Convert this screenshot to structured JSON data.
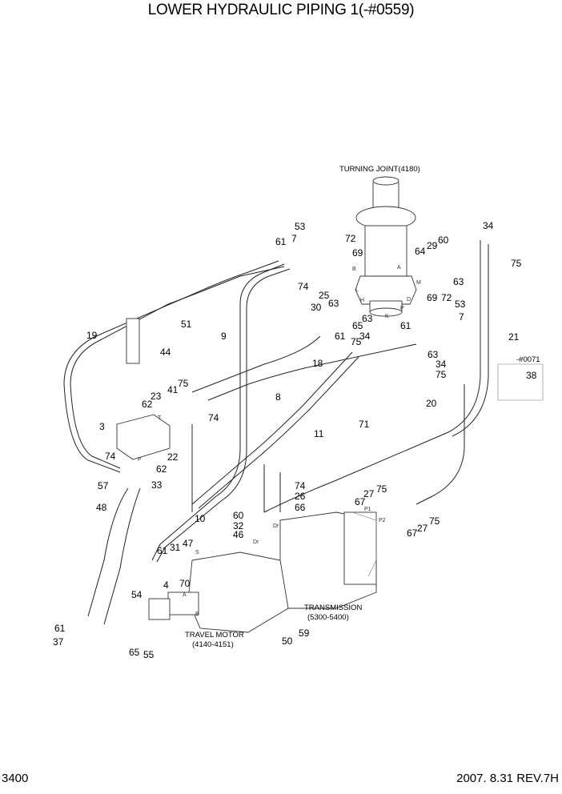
{
  "title": "LOWER HYDRAULIC PIPING 1(-#0559)",
  "footer": {
    "page": "3400",
    "revision": "2007. 8.31  REV.7H"
  },
  "captions": {
    "turning_joint": "TURNING JOINT(4180)",
    "transmission": [
      "TRANSMISSION",
      "(5300-5400)"
    ],
    "travel_motor": [
      "TRAVEL MOTOR",
      "(4140-4151)"
    ],
    "serial_note": "-#0071"
  },
  "port_labels": [
    "A",
    "B",
    "M",
    "L",
    "H",
    "D",
    "P",
    "K",
    "T",
    "P",
    "S",
    "A",
    "B",
    "Dr",
    "Dr",
    "P1",
    "P2"
  ],
  "callouts": [
    {
      "id": "c53",
      "text": "53"
    },
    {
      "id": "c7a",
      "text": "7"
    },
    {
      "id": "c61a",
      "text": "61"
    },
    {
      "id": "c72a",
      "text": "72"
    },
    {
      "id": "c69a",
      "text": "69"
    },
    {
      "id": "c74a",
      "text": "74"
    },
    {
      "id": "c25",
      "text": "25"
    },
    {
      "id": "c30",
      "text": "30"
    },
    {
      "id": "c63a",
      "text": "63"
    },
    {
      "id": "c61b",
      "text": "61"
    },
    {
      "id": "c65a",
      "text": "65"
    },
    {
      "id": "c63b",
      "text": "63"
    },
    {
      "id": "c34a",
      "text": "34"
    },
    {
      "id": "c75a",
      "text": "75"
    },
    {
      "id": "c61c",
      "text": "61"
    },
    {
      "id": "c34b",
      "text": "34"
    },
    {
      "id": "c64",
      "text": "64"
    },
    {
      "id": "c29",
      "text": "29"
    },
    {
      "id": "c60a",
      "text": "60"
    },
    {
      "id": "c75b",
      "text": "75"
    },
    {
      "id": "c63c",
      "text": "63"
    },
    {
      "id": "c69b",
      "text": "69"
    },
    {
      "id": "c72b",
      "text": "72"
    },
    {
      "id": "c53b",
      "text": "53"
    },
    {
      "id": "c7b",
      "text": "7"
    },
    {
      "id": "c21",
      "text": "21"
    },
    {
      "id": "c63d",
      "text": "63"
    },
    {
      "id": "c34c",
      "text": "34"
    },
    {
      "id": "c75c",
      "text": "75"
    },
    {
      "id": "c38",
      "text": "38"
    },
    {
      "id": "c19",
      "text": "19"
    },
    {
      "id": "c51",
      "text": "51"
    },
    {
      "id": "c44",
      "text": "44"
    },
    {
      "id": "c9",
      "text": "9"
    },
    {
      "id": "c18",
      "text": "18"
    },
    {
      "id": "c8",
      "text": "8"
    },
    {
      "id": "c71",
      "text": "71"
    },
    {
      "id": "c11",
      "text": "11"
    },
    {
      "id": "c20",
      "text": "20"
    },
    {
      "id": "c75d",
      "text": "75"
    },
    {
      "id": "c41",
      "text": "41"
    },
    {
      "id": "c23",
      "text": "23"
    },
    {
      "id": "c62a",
      "text": "62"
    },
    {
      "id": "c74b",
      "text": "74"
    },
    {
      "id": "c3",
      "text": "3"
    },
    {
      "id": "c22",
      "text": "22"
    },
    {
      "id": "c74c",
      "text": "74"
    },
    {
      "id": "c62b",
      "text": "62"
    },
    {
      "id": "c57",
      "text": "57"
    },
    {
      "id": "c33",
      "text": "33"
    },
    {
      "id": "c48",
      "text": "48"
    },
    {
      "id": "c10",
      "text": "10"
    },
    {
      "id": "c74d",
      "text": "74"
    },
    {
      "id": "c26",
      "text": "26"
    },
    {
      "id": "c66",
      "text": "66"
    },
    {
      "id": "c60b",
      "text": "60"
    },
    {
      "id": "c32",
      "text": "32"
    },
    {
      "id": "c46",
      "text": "46"
    },
    {
      "id": "c27a",
      "text": "27"
    },
    {
      "id": "c75e",
      "text": "75"
    },
    {
      "id": "c67a",
      "text": "67"
    },
    {
      "id": "c67b",
      "text": "67"
    },
    {
      "id": "c27b",
      "text": "27"
    },
    {
      "id": "c75f",
      "text": "75"
    },
    {
      "id": "c61d",
      "text": "61"
    },
    {
      "id": "c31",
      "text": "31"
    },
    {
      "id": "c47",
      "text": "47"
    },
    {
      "id": "c4",
      "text": "4"
    },
    {
      "id": "c70",
      "text": "70"
    },
    {
      "id": "c54",
      "text": "54"
    },
    {
      "id": "c61e",
      "text": "61"
    },
    {
      "id": "c37",
      "text": "37"
    },
    {
      "id": "c65b",
      "text": "65"
    },
    {
      "id": "c55",
      "text": "55"
    },
    {
      "id": "c50",
      "text": "50"
    },
    {
      "id": "c59",
      "text": "59"
    }
  ]
}
